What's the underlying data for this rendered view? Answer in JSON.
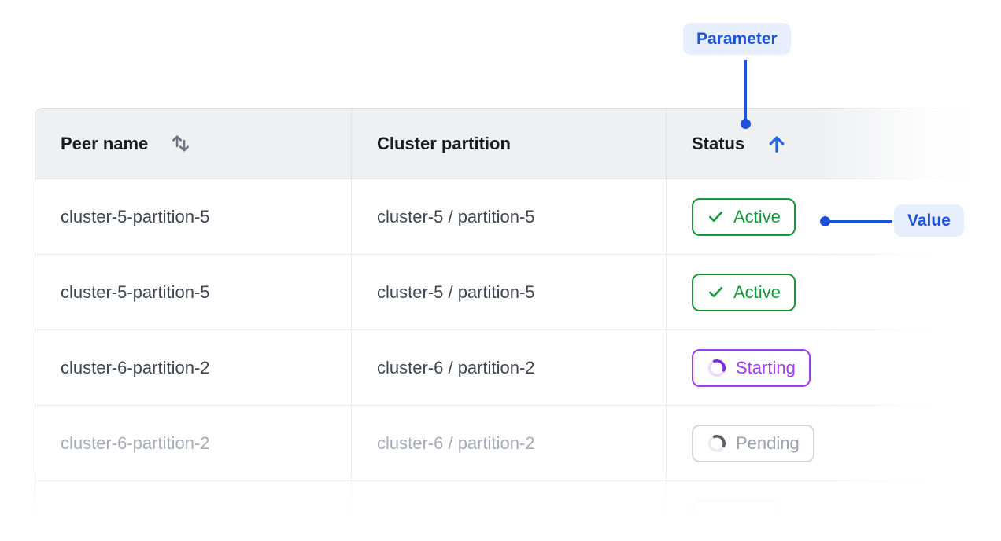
{
  "annotations": {
    "parameter_label": "Parameter",
    "value_label": "Value"
  },
  "table": {
    "columns": [
      {
        "label": "Peer name",
        "sort_state": "sortable"
      },
      {
        "label": "Cluster partition",
        "sort_state": "none"
      },
      {
        "label": "Status",
        "sort_state": "ascending"
      }
    ],
    "rows": [
      {
        "peer_name": "cluster-5-partition-5",
        "cluster_partition": "cluster-5 / partition-5",
        "status": "Active",
        "status_kind": "active",
        "dimmed": false
      },
      {
        "peer_name": "cluster-5-partition-5",
        "cluster_partition": "cluster-5 / partition-5",
        "status": "Active",
        "status_kind": "active",
        "dimmed": false
      },
      {
        "peer_name": "cluster-6-partition-2",
        "cluster_partition": "cluster-6 / partition-2",
        "status": "Starting",
        "status_kind": "starting",
        "dimmed": false
      },
      {
        "peer_name": "cluster-6-partition-2",
        "cluster_partition": "cluster-6 / partition-2",
        "status": "Pending",
        "status_kind": "pending",
        "dimmed": true
      }
    ]
  },
  "colors": {
    "accent_blue": "#1d53d8",
    "annotation_pill_bg": "#e8effc",
    "status_active_green": "#149a3a",
    "status_starting_purple": "#a43bf2",
    "status_starting_arc": "#8526df",
    "status_pending_text": "#9aa1ab",
    "header_bg": "#eff0f2"
  }
}
